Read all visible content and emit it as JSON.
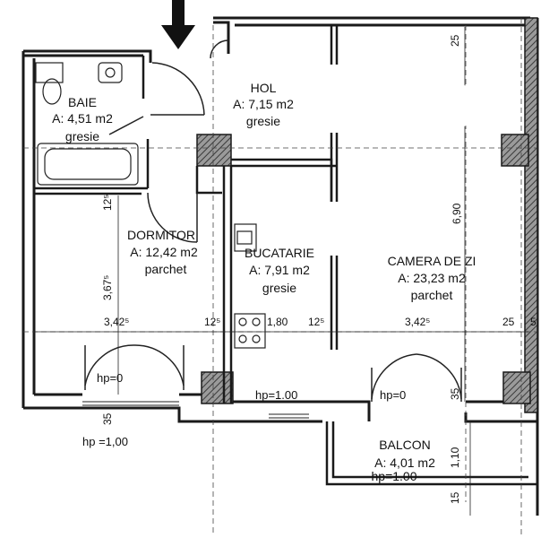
{
  "colors": {
    "wall": "#1a1a1a",
    "wall_hatch": "#555555",
    "line": "#222222",
    "paper": "#ffffff",
    "dash": "#444444"
  },
  "entrance": {
    "icon": "down-arrow-icon"
  },
  "rooms": {
    "baie": {
      "name": "BAIE",
      "area": "A: 4,51 m2",
      "finish": "gresie"
    },
    "hol": {
      "name": "HOL",
      "area": "A: 7,15 m2",
      "finish": "gresie"
    },
    "dormitor": {
      "name": "DORMITOR",
      "area": "A: 12,42 m2",
      "finish": "parchet"
    },
    "bucatarie": {
      "name": "BUCATARIE",
      "area": "A: 7,91 m2",
      "finish": "gresie"
    },
    "camera_de_zi": {
      "name": "CAMERA DE ZI",
      "area": "A: 23,23 m2",
      "finish": "parchet"
    },
    "balcon": {
      "name": "BALCON",
      "area": "A: 4,01 m2",
      "height": "hp=1.00"
    }
  },
  "dimensions": {
    "top_right": "25",
    "camera_depth": "6,90",
    "dormitor_depth": "3,67⁵",
    "dormitor_top": "12⁵",
    "dormitor_width": "3,42⁵",
    "wall_a": "12⁵",
    "kitchen_width": "1,80",
    "wall_b": "12⁵",
    "camera_width": "3,42⁵",
    "right_wall": "25",
    "right_wall_b": "5",
    "bottom_left": "35",
    "bottom_right": "35",
    "balcon_depth": "1,10",
    "balcon_bottom": "15"
  },
  "window_heights": {
    "dormitor": "hp=0",
    "dormitor_below": "hp =1,00",
    "bucatarie": "hp=1.00",
    "camera": "hp=0"
  }
}
